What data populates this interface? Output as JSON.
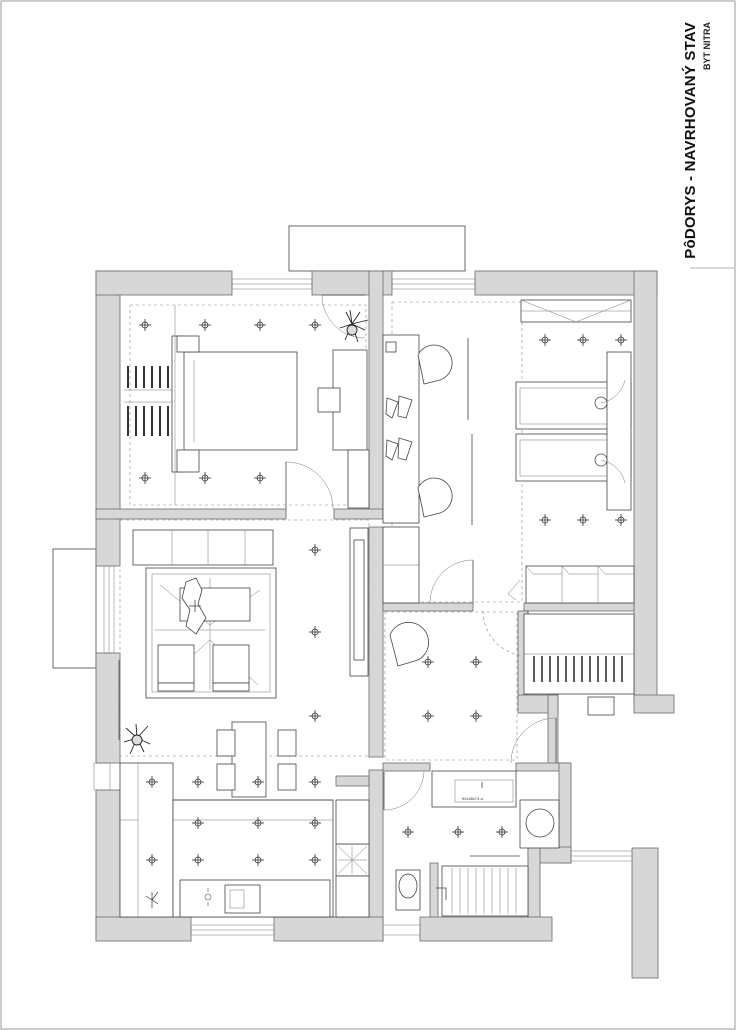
{
  "title_block": {
    "title": "PôDORYS - NAVRHOVANÝ STAV",
    "subtitle": "BYT NITRA"
  },
  "labels": {
    "sink_label": "92x48x73 a"
  },
  "colors": {
    "wall_fill": "#d7d7d7",
    "line": "#444444",
    "background": "#ffffff"
  }
}
